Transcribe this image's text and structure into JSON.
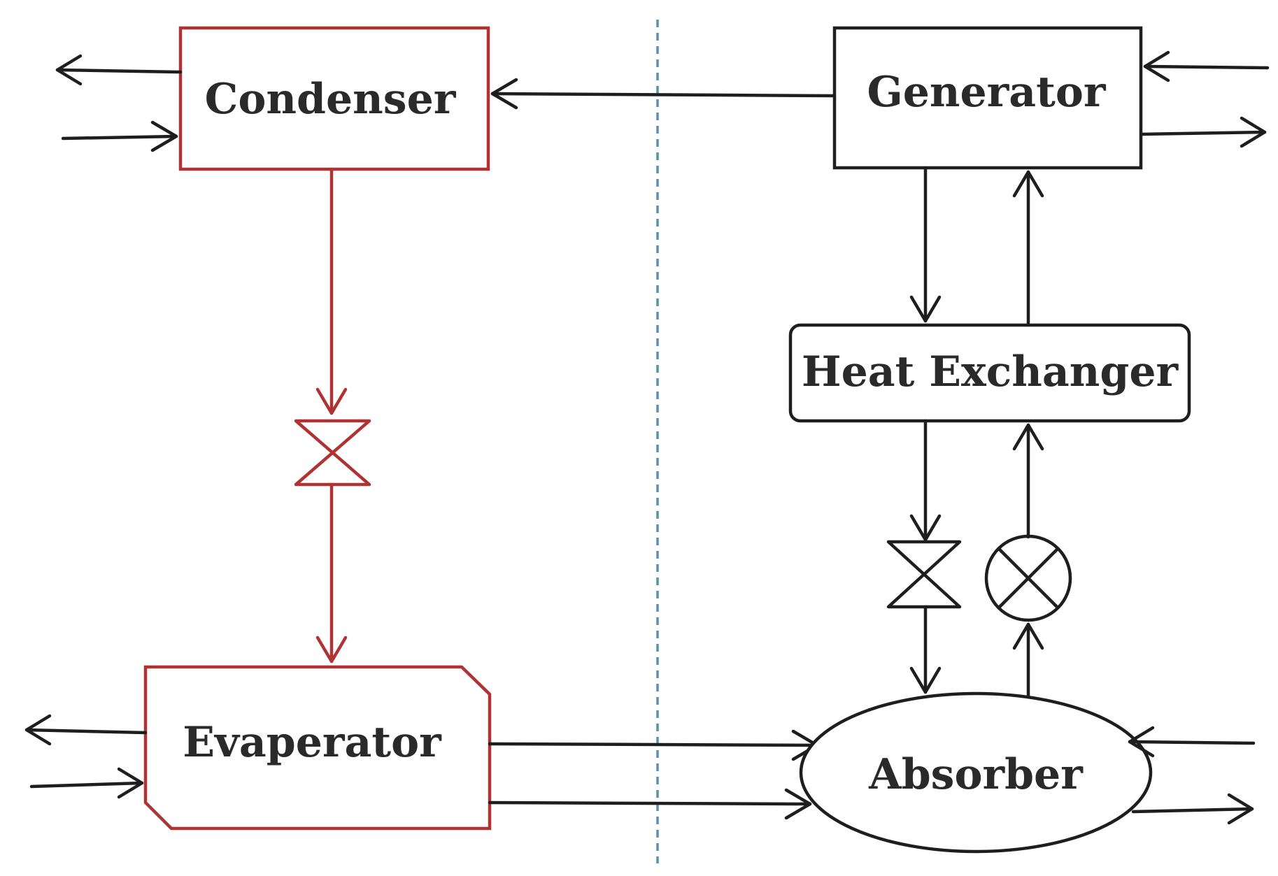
{
  "components": {
    "condenser": "Condenser",
    "generator": "Generator",
    "heat_exchanger": "Heat Exchanger",
    "evaporator": "Evaperator",
    "absorber": "Absorber"
  },
  "colors": {
    "refrigerant_loop": "#b03333",
    "solution_loop": "#1e1e1e",
    "divider": "#5a8fb0"
  }
}
